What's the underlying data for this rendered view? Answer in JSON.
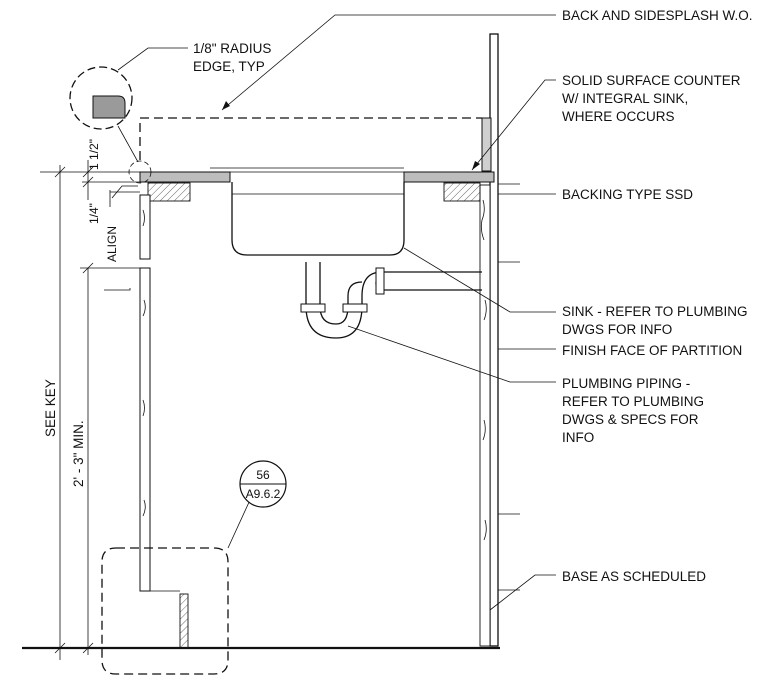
{
  "callouts": {
    "backsplash": "BACK AND SIDESPLASH W.O.",
    "counter_line1": "SOLID SURFACE COUNTER",
    "counter_line2": "W/ INTEGRAL SINK,",
    "counter_line3": "WHERE OCCURS",
    "backing": "BACKING TYPE SSD",
    "sink_line1": "SINK - REFER TO PLUMBING",
    "sink_line2": "DWGS FOR INFO",
    "finish_face": "FINISH FACE OF PARTITION",
    "piping_line1": "PLUMBING PIPING -",
    "piping_line2": "REFER TO PLUMBING",
    "piping_line3": "DWGS & SPECS FOR",
    "piping_line4": "INFO",
    "base": "BASE AS SCHEDULED",
    "radius_line1": "1/8\" RADIUS",
    "radius_line2": "EDGE, TYP"
  },
  "dimensions": {
    "one_half": "1 1/2\"",
    "quarter": "1/4\"",
    "align": "ALIGN",
    "see_key": "SEE KEY",
    "min_height": "2' - 3\" MIN."
  },
  "detail_tag": {
    "number": "56",
    "sheet": "A9.6.2"
  }
}
